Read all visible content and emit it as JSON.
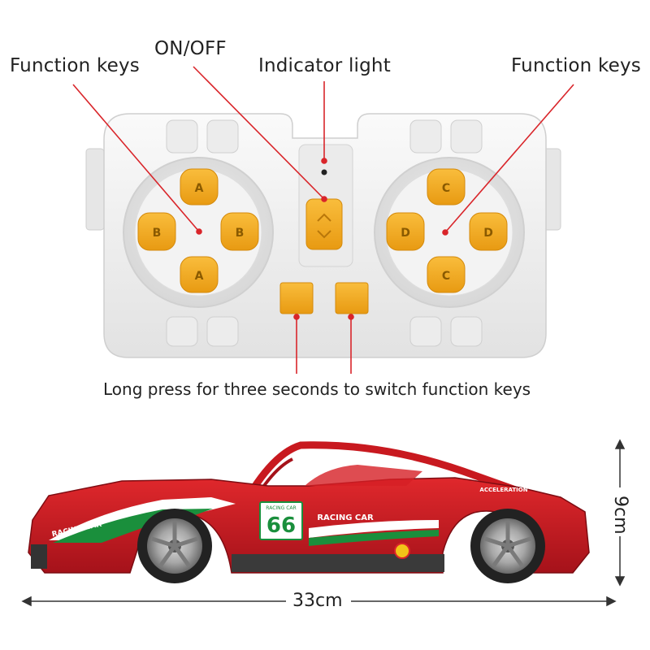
{
  "labels": {
    "function_keys_left": "Function keys",
    "on_off": "ON/OFF",
    "indicator_light": "Indicator light",
    "function_keys_right": "Function keys",
    "long_press": "Long press for three seconds to switch function keys"
  },
  "keys": {
    "left_top": "A",
    "left_bottom": "A",
    "left_left": "B",
    "left_right": "B",
    "right_top": "C",
    "right_bottom": "C",
    "right_left": "D",
    "right_right": "D"
  },
  "car": {
    "racing_car_front": "RACING CAR",
    "racing_car_door": "RACING CAR",
    "racing_car_small": "RACING CAR",
    "number": "66",
    "acceleration": "ACCELERATION"
  },
  "dimensions": {
    "length": "33cm",
    "height": "9cm"
  },
  "colors": {
    "key_orange": "#f2a71d",
    "controller_body": "#f1f1f1",
    "callout_line": "#d9252a",
    "car_red": "#c8191f"
  }
}
